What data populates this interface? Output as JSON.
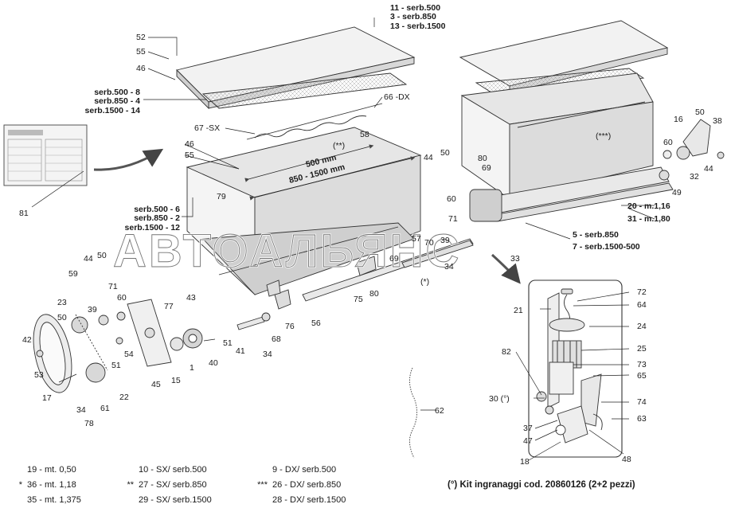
{
  "top_variants": [
    "11 - serb.500",
    "3 - serb.850",
    "13 - serb.1500"
  ],
  "mid_variants_a": [
    "serb.500 - 8",
    "serb.850 - 4",
    "serb.1500 - 14"
  ],
  "mid_variants_b": [
    "serb.500 - 6",
    "serb.850 - 2",
    "serb.1500 - 12"
  ],
  "right_variants_a": [
    "20 - m.1,16",
    "31 - m.1,80"
  ],
  "right_variants_b": [
    "5 - serb.850",
    "7 - serb.1500-500"
  ],
  "dim_500": "500 mm",
  "dim_850": "850 - 1500 mm",
  "note_dbl": "(**)",
  "note_tpl": "(***)",
  "note_single": "(*)",
  "watermark": "АВТОАЛЬЯНС",
  "labels": {
    "n52": "52",
    "n55": "55",
    "n46": "46",
    "n66": "66 -DX",
    "n67": "67 -SX",
    "n58": "58",
    "n46b": "46",
    "n55b": "55",
    "n79": "79",
    "n81": "81",
    "n44": "44",
    "n50": "50",
    "n80": "80",
    "n69": "69",
    "n60": "60",
    "n71": "71",
    "n39": "39",
    "n57": "57",
    "n70": "70",
    "n34": "34",
    "n33": "33",
    "n16": "16",
    "n50b": "50",
    "n38": "38",
    "n60b": "60",
    "n32": "32",
    "n49": "49",
    "n44b": "44",
    "n44c": "44",
    "n50c": "50",
    "n59": "59",
    "n71b": "71",
    "n60c": "60",
    "n23": "23",
    "n39b": "39",
    "n77": "77",
    "n43": "43",
    "n75": "75",
    "n80b": "80",
    "n69b": "69",
    "n76": "76",
    "n56": "56",
    "n68": "68",
    "n34b": "34",
    "n41": "41",
    "n51": "51",
    "n40": "40",
    "n1": "1",
    "n15": "15",
    "n45": "45",
    "n22": "22",
    "n61": "61",
    "n78": "78",
    "n34c": "34",
    "n17": "17",
    "n53": "53",
    "n42": "42",
    "n50d": "50",
    "n54": "54",
    "n51b": "51",
    "n62": "62",
    "n21": "21",
    "n72": "72",
    "n64": "64",
    "n24": "24",
    "n25": "25",
    "n82": "82",
    "n73": "73",
    "n65": "65",
    "n30": "30 (°)",
    "n74": "74",
    "n37": "37",
    "n47": "47",
    "n63": "63",
    "n18": "18",
    "n48": "48"
  },
  "legend": {
    "col1": [
      {
        "mark": "",
        "text": "19 - mt. 0,50"
      },
      {
        "mark": "*",
        "text": "36 - mt. 1,18"
      },
      {
        "mark": "",
        "text": "35 - mt. 1,375"
      }
    ],
    "col2": [
      {
        "mark": "",
        "text": "10 - SX/ serb.500"
      },
      {
        "mark": "**",
        "text": "27 - SX/ serb.850"
      },
      {
        "mark": "",
        "text": "29 - SX/ serb.1500"
      }
    ],
    "col3": [
      {
        "mark": "",
        "text": "9 - DX/ serb.500"
      },
      {
        "mark": "***",
        "text": "26 - DX/ serb.850"
      },
      {
        "mark": "",
        "text": "28 - DX/ serb.1500"
      }
    ]
  },
  "kit_note": "(°) Kit ingranaggi cod. 20860126 (2+2 pezzi)"
}
